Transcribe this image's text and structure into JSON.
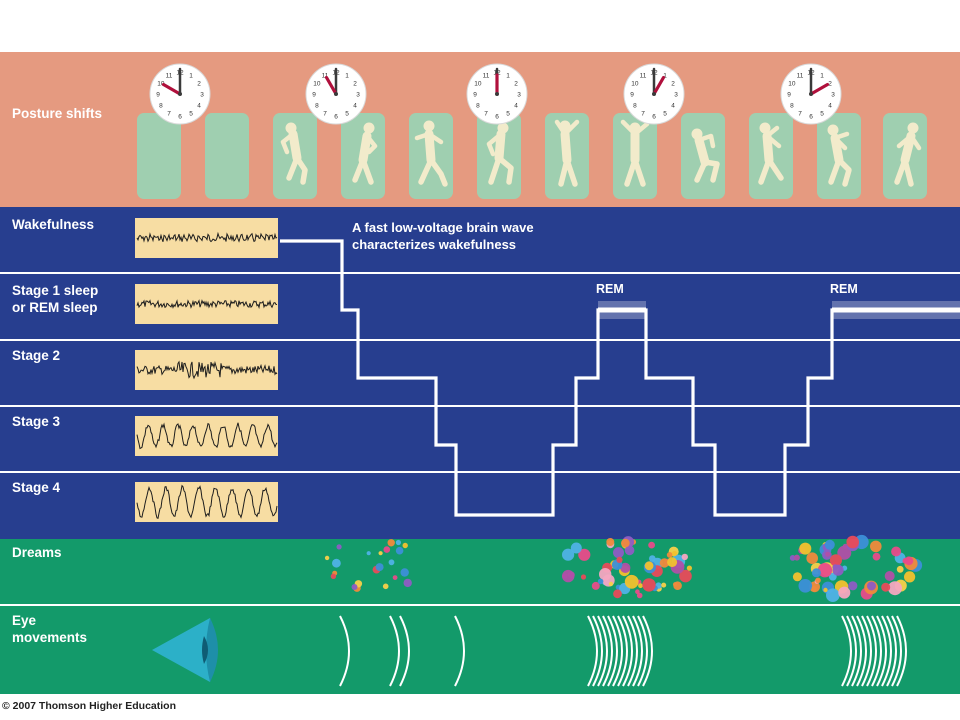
{
  "colors": {
    "posture_band": "#E59A80",
    "bed": "#9FCFB0",
    "stage_band": "#273E8F",
    "dream_band": "#139A6A",
    "eeg_box": "#F7DDA3",
    "figure": "#F2EBCB",
    "clock_hand": "#B0103C",
    "eye": "#2CB0C8"
  },
  "rows": {
    "posture": "Posture shifts",
    "wakefulness": "Wakefulness",
    "stage1": "Stage 1 sleep\nor REM sleep",
    "stage2": "Stage 2",
    "stage3": "Stage 3",
    "stage4": "Stage 4",
    "dreams": "Dreams",
    "eye_movements": "Eye\nmovements"
  },
  "callout": "A fast low-voltage brain wave\ncharacterizes wakefulness",
  "rem_labels": [
    "REM",
    "REM"
  ],
  "copyright": "© 2007 Thomson Higher Education",
  "clock_numbers": [
    "12",
    "1",
    "2",
    "3",
    "4",
    "5",
    "6",
    "7",
    "8",
    "9",
    "10",
    "11"
  ],
  "clocks": [
    {
      "hour": 10,
      "minute": 0
    },
    {
      "hour": 11,
      "minute": 0
    },
    {
      "hour": 12,
      "minute": 0
    },
    {
      "hour": 1,
      "minute": 0
    },
    {
      "hour": 2,
      "minute": 0
    }
  ],
  "bed_figures": [
    {
      "figure": false
    },
    {
      "figure": false
    },
    {
      "figure": true
    },
    {
      "figure": true
    },
    {
      "figure": true
    },
    {
      "figure": true
    },
    {
      "figure": true
    },
    {
      "figure": true
    },
    {
      "figure": true
    },
    {
      "figure": true
    },
    {
      "figure": true
    },
    {
      "figure": true
    }
  ],
  "eeg_traces": [
    {
      "stage": "wakefulness",
      "kind": "fast_low_voltage"
    },
    {
      "stage": "stage1",
      "kind": "low_voltage"
    },
    {
      "stage": "stage2",
      "kind": "spindles"
    },
    {
      "stage": "stage3",
      "kind": "slow_wave"
    },
    {
      "stage": "stage4",
      "kind": "slow_wave_large"
    }
  ],
  "hypnogram": {
    "stage_sequence": [
      "wake",
      "stage1",
      "stage2",
      "stage3",
      "stage4",
      "stage3",
      "stage2",
      "rem",
      "stage2",
      "stage3",
      "stage4",
      "stage3",
      "stage2",
      "rem"
    ]
  },
  "dream_clusters": [
    {
      "density": "sparse"
    },
    {
      "density": "dense"
    },
    {
      "density": "dense"
    }
  ],
  "eye_movement_groups": [
    {
      "type": "single",
      "count": 1
    },
    {
      "type": "pair",
      "count": 2
    },
    {
      "type": "single",
      "count": 1
    },
    {
      "type": "burst",
      "count": 12
    },
    {
      "type": "burst",
      "count": 12
    }
  ]
}
